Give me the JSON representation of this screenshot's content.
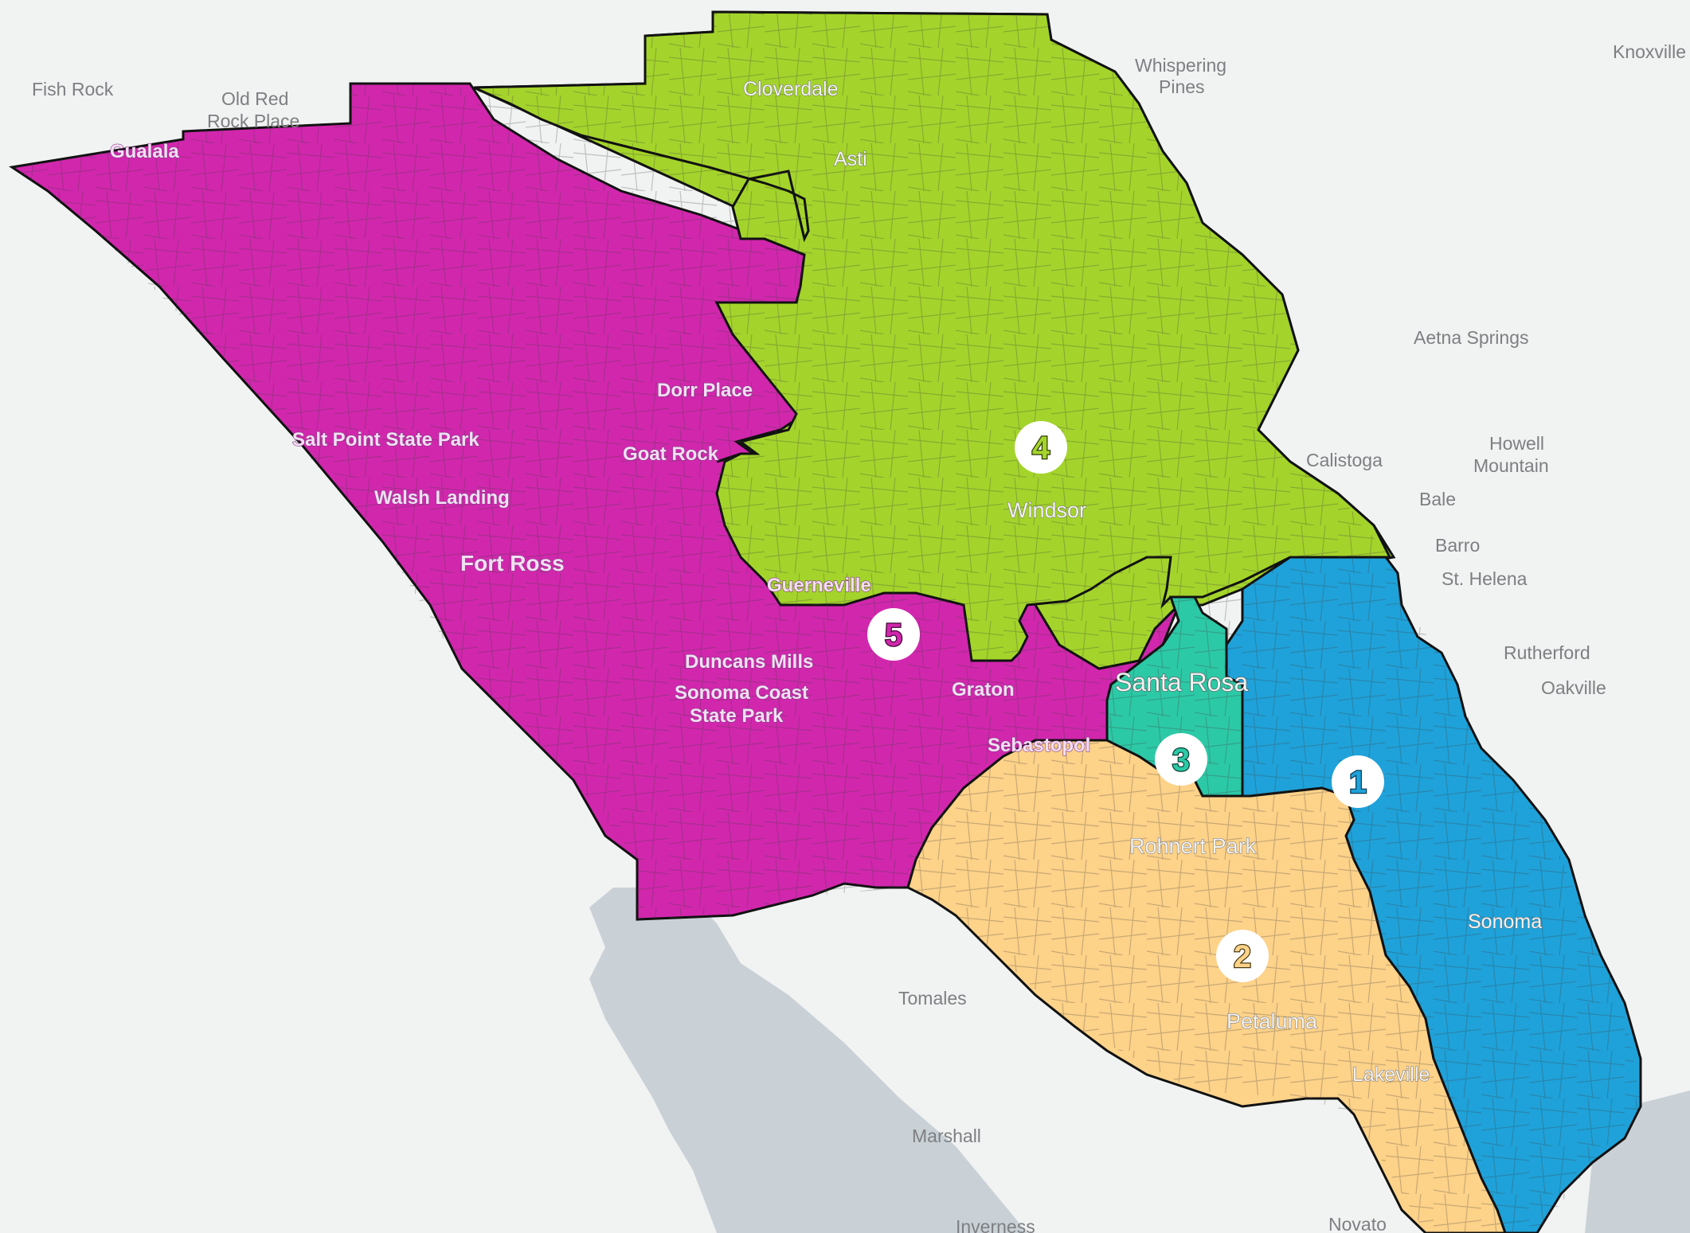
{
  "colors": {
    "water": "#c9d1d6",
    "land": "#f1f2f2",
    "district_1": "#1fa2d9",
    "district_2": "#fdd289",
    "district_3": "#2cc9a6",
    "district_4": "#a4d42b",
    "district_5": "#d127ad",
    "boundary": "#111111"
  },
  "basemap_labels": {
    "fish_rock": "Fish Rock",
    "old_red_rock_1": "Old Red",
    "old_red_rock_2": "Rock Place",
    "whispering_pines_1": "Whispering",
    "whispering_pines_2": "Pines",
    "knoxville": "Knoxville",
    "aetna_springs": "Aetna Springs",
    "calistoga": "Calistoga",
    "howell_mountain_1": "Howell",
    "howell_mountain_2": "Mountain",
    "bale": "Bale",
    "barro": "Barro",
    "st_helena": "St. Helena",
    "rutherford": "Rutherford",
    "oakville": "Oakville",
    "tomales": "Tomales",
    "marshall": "Marshall",
    "inverness": "Inverness",
    "novato": "Novato"
  },
  "county_labels": {
    "gualala": "Gualala",
    "cloverdale": "Cloverdale",
    "asti": "Asti",
    "dorr_place": "Dorr Place",
    "salt_point": "Salt Point State Park",
    "goat_rock": "Goat Rock",
    "walsh_landing": "Walsh Landing",
    "fort_ross": "Fort Ross",
    "guerneville": "Guerneville",
    "duncans_mills": "Duncans Mills",
    "sonoma_coast_1": "Sonoma Coast",
    "sonoma_coast_2": "State Park",
    "graton": "Graton",
    "sebastopol": "Sebastopol",
    "windsor": "Windsor",
    "santa_rosa": "Santa Rosa",
    "rohnert_park": "Rohnert Park",
    "petaluma": "Petaluma",
    "lakeville": "Lakeville",
    "sonoma": "Sonoma"
  },
  "districts": [
    {
      "number": "1"
    },
    {
      "number": "2"
    },
    {
      "number": "3"
    },
    {
      "number": "4"
    },
    {
      "number": "5"
    }
  ]
}
